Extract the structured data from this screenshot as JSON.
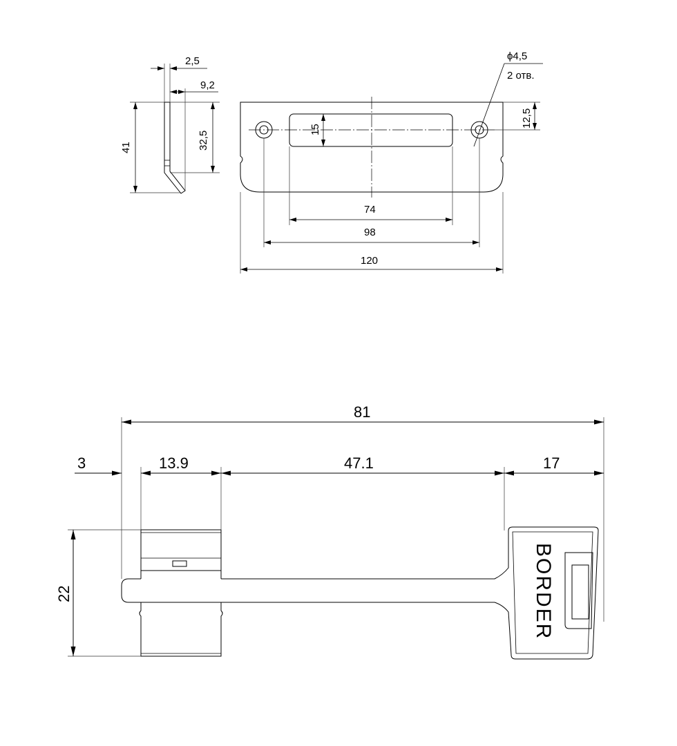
{
  "strike_plate": {
    "dims": {
      "thickness": "2,5",
      "offset": "9,2",
      "height_total": "41",
      "height_inner": "32,5",
      "slot_height": "15",
      "hole_offset": "12,5",
      "slot_length": "74",
      "hole_spacing": "98",
      "plate_length": "120"
    },
    "hole_note": {
      "diameter": "ϕ4,5",
      "count": "2 отв."
    }
  },
  "key": {
    "dims": {
      "total_length": "81",
      "tip": "3",
      "bit_width": "13.9",
      "shaft": "47.1",
      "head": "17",
      "bit_height": "22"
    },
    "brand_text": "BORDER"
  }
}
